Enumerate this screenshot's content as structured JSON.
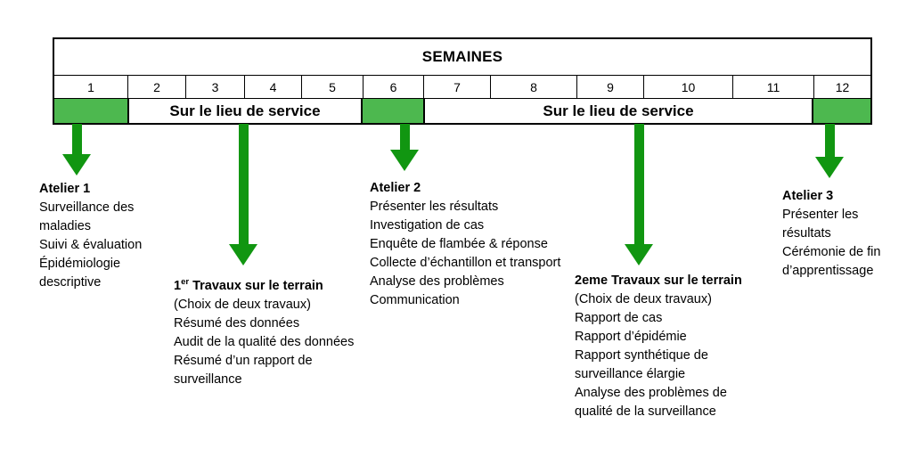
{
  "colors": {
    "cell_green": "#4DB84F",
    "arrow_green": "#119611"
  },
  "table": {
    "title": "SEMAINES",
    "weeks": [
      "1",
      "2",
      "3",
      "4",
      "5",
      "6",
      "7",
      "8",
      "9",
      "10",
      "11",
      "12"
    ],
    "service_label_1": "Sur le lieu de service",
    "service_label_2": "Sur le lieu de service"
  },
  "blocks": {
    "atelier1": {
      "title": "Atelier 1",
      "lines": [
        "Surveillance des maladies",
        "Suivi & évaluation",
        "Épidémiologie descriptive"
      ]
    },
    "travaux1": {
      "title_num": "1",
      "title_sup": "er",
      "title_rest": " Travaux sur le terrain",
      "subtitle": "(Choix de deux travaux)",
      "lines": [
        "Résumé des données",
        "Audit de la qualité des données",
        "Résumé d’un rapport de surveillance"
      ]
    },
    "atelier2": {
      "title": "Atelier 2",
      "lines": [
        "Présenter les résultats",
        "Investigation de cas",
        "Enquête de flambée & réponse",
        "Collecte d’échantillon et transport",
        "Analyse des problèmes",
        "Communication"
      ]
    },
    "travaux2": {
      "title": "2eme Travaux sur le terrain",
      "subtitle": "(Choix de deux travaux)",
      "lines": [
        "Rapport de cas",
        "Rapport d’épidémie",
        "Rapport synthétique de surveillance élargie",
        "Analyse des problèmes de qualité de la surveillance"
      ]
    },
    "atelier3": {
      "title": "Atelier 3",
      "lines": [
        "Présenter les résultats",
        "Cérémonie de fin d’apprentissage"
      ]
    }
  }
}
